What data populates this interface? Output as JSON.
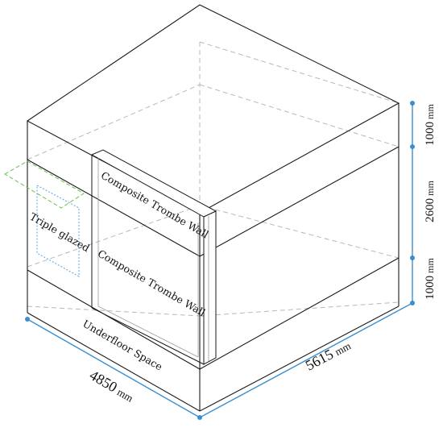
{
  "diagram": {
    "labels": {
      "trombe_upper": "Composite Trombe Wall",
      "trombe_lower": "Composite Trombe Wall",
      "triple_glazed": "Triple glazed",
      "underfloor": "Underfloor Space"
    },
    "dimensions": {
      "width_value": "4850",
      "width_unit": "mm",
      "depth_value": "5615",
      "depth_unit": "mm",
      "height_top_value": "1000",
      "height_top_unit": "mm",
      "height_mid_value": "2600",
      "height_mid_unit": "mm",
      "height_bottom_value": "1000",
      "height_bottom_unit": "mm"
    },
    "colors": {
      "edge": "#1a1a1a",
      "hidden_edge": "#b0b0b0",
      "dimension": "#3a8fd0",
      "window_outline": "#5aa0e0",
      "shading_outline": "#6cbf4a"
    }
  }
}
